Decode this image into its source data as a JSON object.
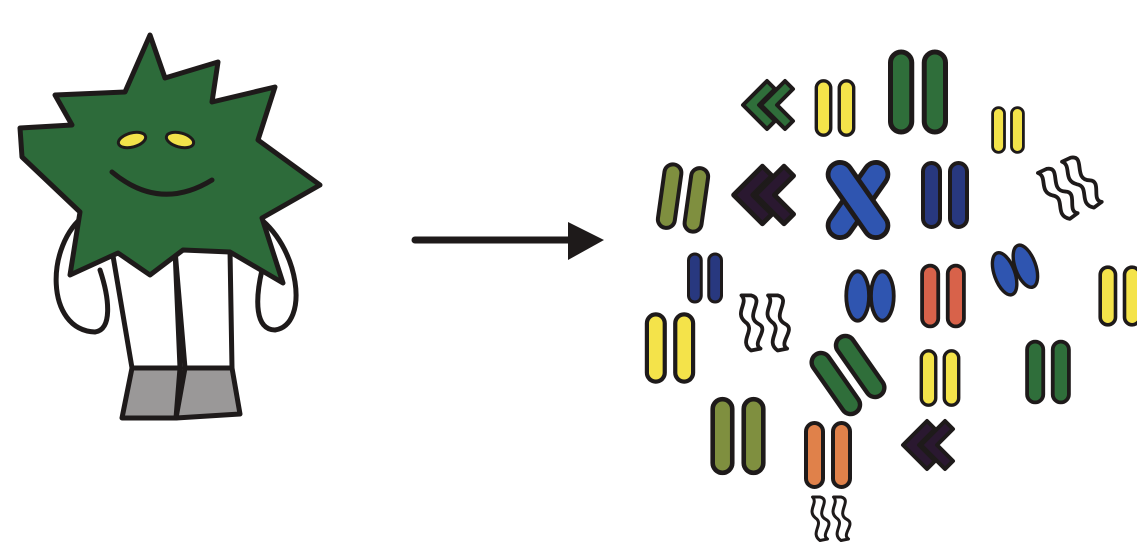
{
  "figure": {
    "character_icon": "star-headed-cartoon-figure",
    "arrow_icon": "right-arrow",
    "chromosome_icon": "chromosome-pair",
    "colors": {
      "ink": "#1e1a1a",
      "star_green": "#2d6b3a",
      "eye_yellow": "#f2e24a",
      "shoe_gray": "#9a9898",
      "dark_green": "#2f6e3a",
      "olive": "#7f8f3f",
      "yellow": "#f4e34a",
      "blue": "#2f55b0",
      "navy": "#28387f",
      "dark_purple": "#2a1830",
      "red_orange": "#d8624a",
      "orange": "#e0814a",
      "white": "#ffffff"
    },
    "chromosome_pairs": [
      {
        "color_key": "dark_green",
        "shape": "chevron"
      },
      {
        "color_key": "yellow",
        "shape": "straight"
      },
      {
        "color_key": "dark_green",
        "shape": "straight"
      },
      {
        "color_key": "yellow",
        "shape": "straight"
      },
      {
        "color_key": "white",
        "shape": "curved"
      },
      {
        "color_key": "olive",
        "shape": "straight"
      },
      {
        "color_key": "dark_purple",
        "shape": "chevron"
      },
      {
        "color_key": "blue",
        "shape": "crossed"
      },
      {
        "color_key": "navy",
        "shape": "straight"
      },
      {
        "color_key": "navy",
        "shape": "straight"
      },
      {
        "color_key": "blue",
        "shape": "oval"
      },
      {
        "color_key": "red_orange",
        "shape": "straight"
      },
      {
        "color_key": "blue",
        "shape": "oval"
      },
      {
        "color_key": "yellow",
        "shape": "straight"
      },
      {
        "color_key": "white",
        "shape": "curved"
      },
      {
        "color_key": "yellow",
        "shape": "straight"
      },
      {
        "color_key": "dark_green",
        "shape": "straight"
      },
      {
        "color_key": "yellow",
        "shape": "straight"
      },
      {
        "color_key": "dark_green",
        "shape": "straight"
      },
      {
        "color_key": "olive",
        "shape": "straight"
      },
      {
        "color_key": "orange",
        "shape": "straight"
      },
      {
        "color_key": "dark_purple",
        "shape": "chevron"
      },
      {
        "color_key": "white",
        "shape": "curved"
      }
    ]
  }
}
